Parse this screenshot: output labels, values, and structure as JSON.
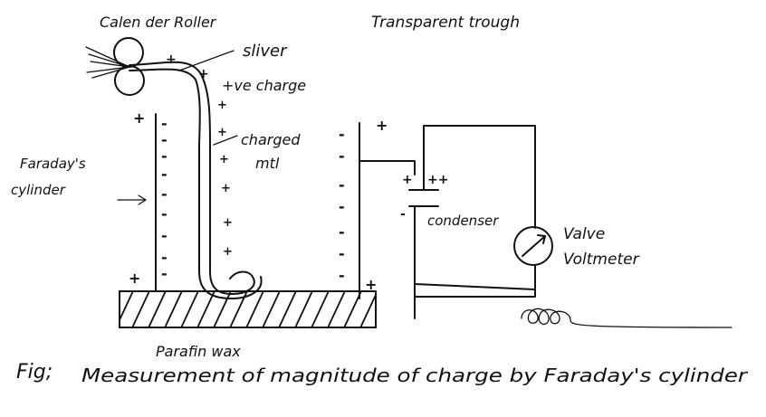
{
  "labels": {
    "calender_roller": "Calen der Roller",
    "transparent_trough": "Transparent trough",
    "sliver": "sliver",
    "ve_charge": "+ve charge",
    "charged_mtl_1": "charged",
    "charged_mtl_2": "mtl",
    "faradays_1": "Faraday's",
    "faradays_2": "cylinder",
    "condenser": "condenser",
    "valve": "Valve",
    "voltmeter": "Voltmeter",
    "paraffin_wax": "Parafin wax",
    "caption_prefix": "Fig;",
    "caption_text": "Measurement of magnitude of charge by Faraday's cylinder"
  },
  "symbols": {
    "plus": "+",
    "minus": "-",
    "plus_plus": "++"
  }
}
